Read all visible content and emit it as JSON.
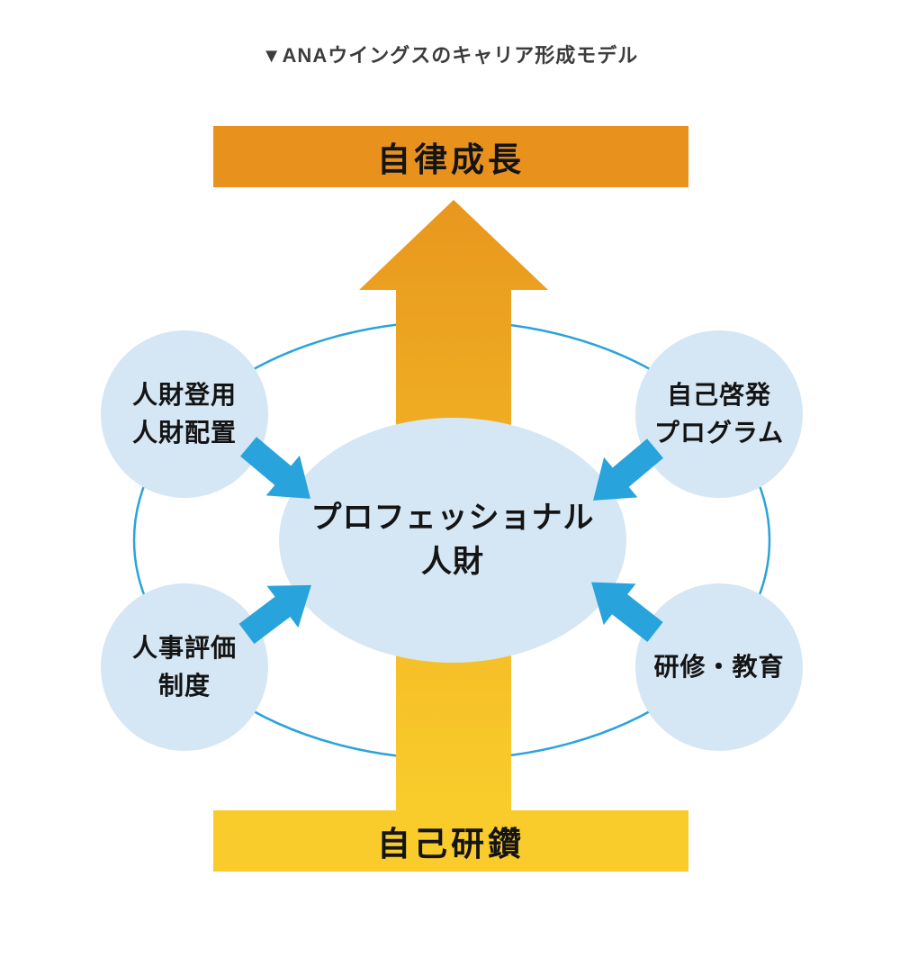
{
  "title": "▼ANAウイングスのキャリア形成モデル",
  "banners": {
    "top": "自律成長",
    "bottom": "自己研鑽"
  },
  "center": {
    "line1": "プロフェッショナル",
    "line2": "人財"
  },
  "circles": [
    {
      "id": "top-left",
      "line1": "人財登用",
      "line2": "人財配置"
    },
    {
      "id": "top-right",
      "line1": "自己啓発",
      "line2": "プログラム"
    },
    {
      "id": "bottom-left",
      "line1": "人事評価",
      "line2": "制度"
    },
    {
      "id": "bottom-right",
      "line1": "研修・教育",
      "line2": ""
    }
  ],
  "colors": {
    "banner_orange": "#e8911c",
    "banner_yellow": "#f9cc2b",
    "arrow_gradient_top": "#e8971e",
    "arrow_gradient_bottom": "#f9cc2b",
    "bubble_light_blue": "#d5e6f4",
    "blue_accent": "#29a3dc",
    "text_dark": "#141414"
  }
}
